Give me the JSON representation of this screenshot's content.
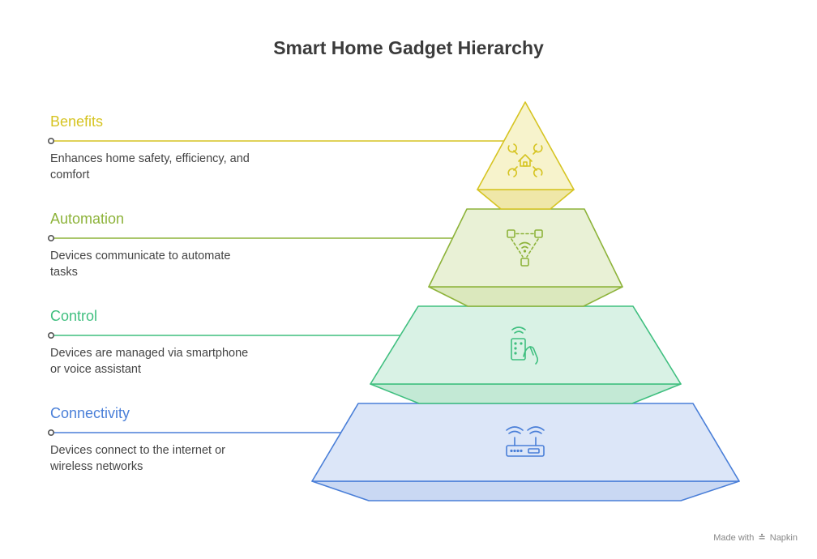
{
  "title": "Smart Home Gadget Hierarchy",
  "levels": [
    {
      "name": "Benefits",
      "description": "Enhances home safety, efficiency, and comfort",
      "color": "#d6c422",
      "fill": "#f7f3cc",
      "icon": "home-tools-icon"
    },
    {
      "name": "Automation",
      "description": "Devices communicate to automate tasks",
      "color": "#8db33a",
      "fill": "#e9f1d6",
      "icon": "connected-devices-icon"
    },
    {
      "name": "Control",
      "description": "Devices are managed via smartphone or voice assistant",
      "color": "#3fbf7f",
      "fill": "#d9f2e5",
      "icon": "remote-control-icon"
    },
    {
      "name": "Connectivity",
      "description": "Devices connect to the internet or wireless networks",
      "color": "#4a7fd8",
      "fill": "#dce6f8",
      "icon": "wifi-router-icon"
    }
  ],
  "footer": {
    "prefix": "Made with",
    "brand": "Napkin"
  }
}
